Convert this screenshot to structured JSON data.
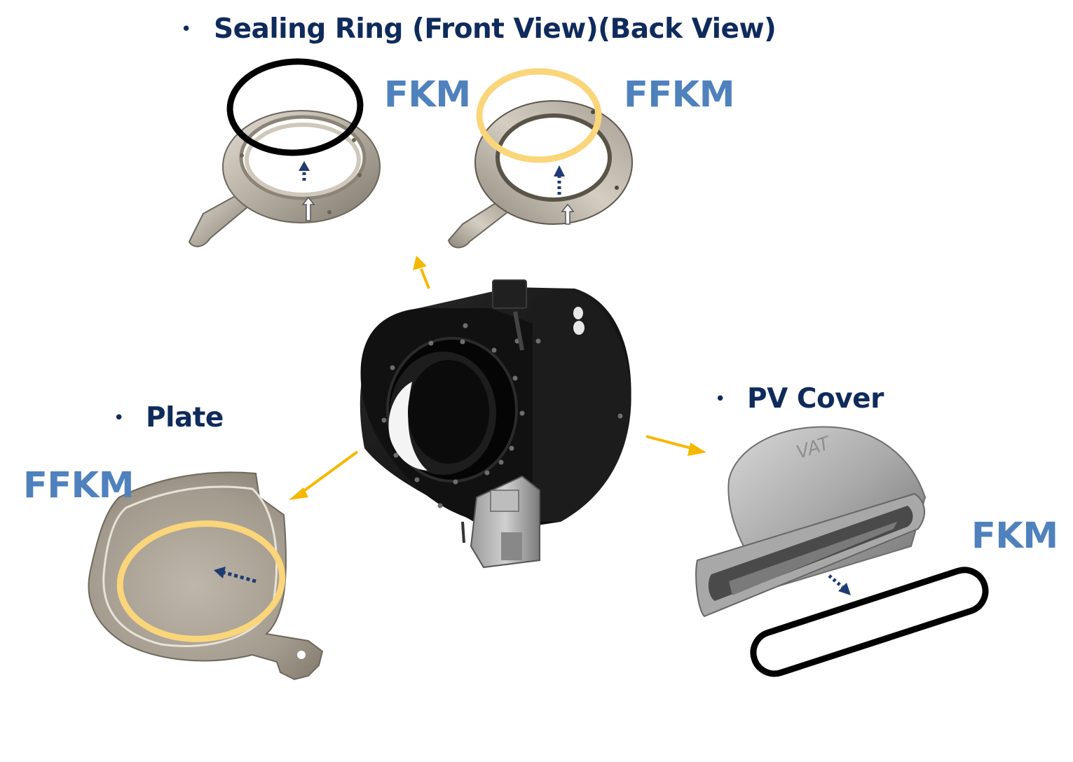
{
  "headings": {
    "sealing_ring": "Sealing Ring (Front View)(Back View)",
    "plate": "Plate",
    "pv_cover": "PV Cover"
  },
  "bullet": "•",
  "materials": {
    "sealing_ring_front": "FKM",
    "sealing_ring_back": "FFKM",
    "plate": "FFKM",
    "pv_cover": "FKM"
  },
  "colors": {
    "heading": "#0f2b5c",
    "material": "#4f81bd",
    "fkm_ring": "#000000",
    "ffkm_ring": "#fad57a",
    "arrow": "#f5b800",
    "dotted_arrow": "#1f3b73",
    "valve_body": "#141414"
  },
  "icons": {
    "valve": "pendulum-valve-icon",
    "sealing_ring_front": "sealing-ring-front-icon",
    "sealing_ring_back": "sealing-ring-back-icon",
    "plate": "valve-plate-icon",
    "pv_cover": "pv-cover-icon"
  }
}
